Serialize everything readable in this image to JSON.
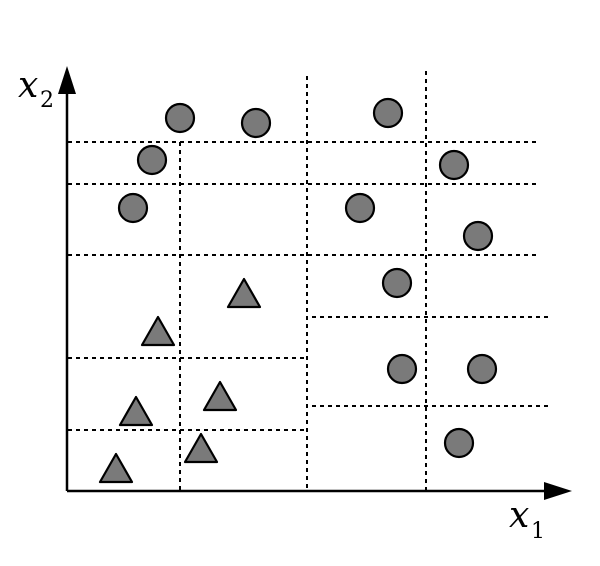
{
  "axes": {
    "x_label": "x",
    "x_subscript": "1",
    "y_label": "x",
    "y_subscript": "2"
  },
  "colors": {
    "marker_fill": "#7a7a7a",
    "stroke": "#000000"
  },
  "classes": [
    {
      "name": "circle",
      "shape": "circle-icon"
    },
    {
      "name": "triangle",
      "shape": "triangle-icon"
    }
  ]
}
